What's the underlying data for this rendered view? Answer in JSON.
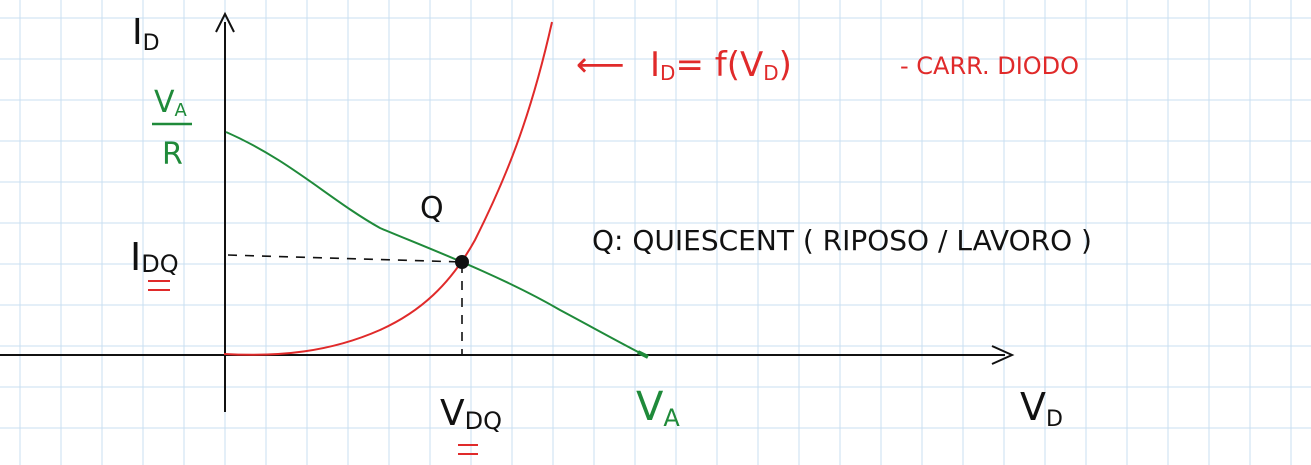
{
  "colors": {
    "paper": "#ffffff",
    "grid": "#c9dff2",
    "ink": "#111111",
    "diode_curve": "#e02a2a",
    "load_line": "#1f8a3a",
    "annotation_red": "#e02a2a"
  },
  "axes": {
    "y_label": "I",
    "y_label_sub": "D",
    "x_label": "V",
    "x_label_sub": "D"
  },
  "labels": {
    "va_over_r_num": "V",
    "va_over_r_num_sub": "A",
    "va_over_r_den": "R",
    "idq_main": "I",
    "idq_sub": "DQ",
    "vdq_main": "V",
    "vdq_sub": "DQ",
    "va_main": "V",
    "va_sub": "A",
    "q_point": "Q"
  },
  "annotations": {
    "diode_arrow": "⟵",
    "diode_eq": "I",
    "diode_eq_sub": "D",
    "diode_eq_rest": "= f(V",
    "diode_eq_rest_sub": "D",
    "diode_eq_close": ")",
    "diode_note": "- CARR. DIODO",
    "q_note": "Q:  QUIESCENT  ( RIPOSO / LAVORO )"
  },
  "icons": {
    "x_axis_arrow": "arrow-right-icon",
    "y_axis_arrow": "arrow-up-icon"
  }
}
